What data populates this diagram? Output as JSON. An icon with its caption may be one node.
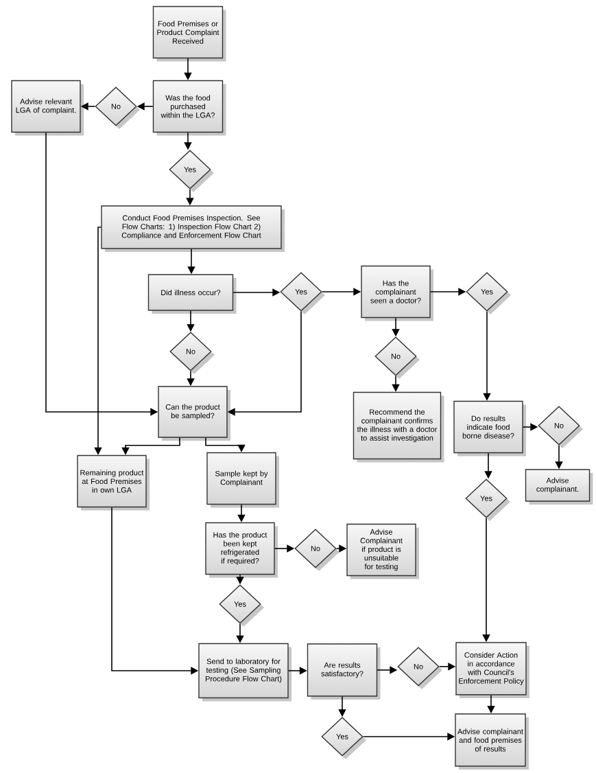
{
  "diagram": {
    "nodes": [
      {
        "text": [
          "Food Premises or Product Complaint Received"
        ]
      },
      {
        "text": [
          "Was the food purchased within the LGA?"
        ]
      },
      {
        "text": [
          "No"
        ]
      },
      {
        "text": [
          "Advise relevant LGA of complaint."
        ]
      },
      {
        "text": [
          "Yes"
        ]
      },
      {
        "text": [
          "Conduct Food Premises Inspection. See Flow Charts: 1) Inspection Flow Chart 2) Compliance and Enforcement Flow Chart"
        ]
      },
      {
        "text": [
          "Did illness occur?"
        ]
      },
      {
        "text": [
          "Yes"
        ]
      },
      {
        "text": [
          "Has the complainant seen a doctor?"
        ]
      },
      {
        "text": [
          "Yes"
        ]
      },
      {
        "text": [
          "No"
        ]
      },
      {
        "text": [
          "Can the product be sampled?"
        ]
      },
      {
        "text": [
          "No"
        ]
      },
      {
        "text": [
          "Recommend the complainant confirms the illness with a doctor to assist investigation"
        ]
      },
      {
        "text": [
          "Do results indicate food borne disease?"
        ]
      },
      {
        "text": [
          "No"
        ]
      },
      {
        "text": [
          "Advise complainant."
        ]
      },
      {
        "text": [
          "Remaining product at Food Premises in own LGA"
        ]
      },
      {
        "text": [
          "Sample kept by Complainant"
        ]
      },
      {
        "text": [
          "Yes"
        ]
      },
      {
        "text": [
          "Has the product been kept refrigerated if required?"
        ]
      },
      {
        "text": [
          "No"
        ]
      },
      {
        "text": [
          "Advise Complainant if product is unsuitable for testing"
        ]
      },
      {
        "text": [
          "Yes"
        ]
      },
      {
        "text": [
          "Send to laboratory for testing (See Sampling Procedure Flow Chart)"
        ]
      },
      {
        "text": [
          "Are results satisfactory?"
        ]
      },
      {
        "text": [
          "No"
        ]
      },
      {
        "text": [
          "Consider Action in accordance with Council's Enforcement Policy"
        ]
      },
      {
        "text": [
          "Yes"
        ]
      },
      {
        "text": [
          "Advise complainant and food premises of results"
        ]
      }
    ],
    "edges": [
      {
        "from": 0,
        "to": 1,
        "arrow": "to"
      },
      {
        "from": 1,
        "to": 2,
        "arrow": "to"
      },
      {
        "from": 2,
        "to": 3,
        "arrow": "to"
      },
      {
        "from": 1,
        "to": 4,
        "arrow": "to"
      },
      {
        "from": 4,
        "to": 5,
        "arrow": "to"
      },
      {
        "from": 5,
        "to": 6,
        "arrow": "to"
      },
      {
        "from": 6,
        "to": 7,
        "arrow": "to"
      },
      {
        "from": 7,
        "to": 8,
        "arrow": "to"
      },
      {
        "from": 8,
        "to": 9,
        "arrow": "to"
      },
      {
        "from": 6,
        "to": 10,
        "arrow": "to"
      },
      {
        "from": 10,
        "to": 11,
        "arrow": "to"
      },
      {
        "from": 7,
        "to": 11,
        "arrow": "to"
      },
      {
        "from": 3,
        "to": 11,
        "arrow": "to"
      },
      {
        "from": 8,
        "to": 12,
        "arrow": "to"
      },
      {
        "from": 12,
        "to": 13,
        "arrow": "to"
      },
      {
        "from": 9,
        "to": 14,
        "arrow": "to"
      },
      {
        "from": 14,
        "to": 15,
        "arrow": "to"
      },
      {
        "from": 15,
        "to": 16,
        "arrow": "to"
      },
      {
        "from": 14,
        "to": 19,
        "arrow": "to"
      },
      {
        "from": 5,
        "to": 17,
        "arrow": "to"
      },
      {
        "from": 11,
        "to": 17,
        "arrow": "to"
      },
      {
        "from": 11,
        "to": 18,
        "arrow": "to"
      },
      {
        "from": 18,
        "to": 20,
        "arrow": "to"
      },
      {
        "from": 20,
        "to": 21,
        "arrow": "to"
      },
      {
        "from": 21,
        "to": 22,
        "arrow": "to"
      },
      {
        "from": 20,
        "to": 23,
        "arrow": "to"
      },
      {
        "from": 23,
        "to": 24,
        "arrow": "to"
      },
      {
        "from": 17,
        "to": 24,
        "arrow": "to"
      },
      {
        "from": 24,
        "to": 25,
        "arrow": "to"
      },
      {
        "from": 25,
        "to": 26,
        "arrow": "to"
      },
      {
        "from": 26,
        "to": 27,
        "arrow": "to"
      },
      {
        "from": 25,
        "to": 28,
        "arrow": "to"
      },
      {
        "from": 28,
        "to": 29,
        "arrow": "to"
      },
      {
        "from": 19,
        "to": 27,
        "arrow": "to"
      },
      {
        "from": 27,
        "to": 29,
        "arrow": "to"
      }
    ]
  }
}
